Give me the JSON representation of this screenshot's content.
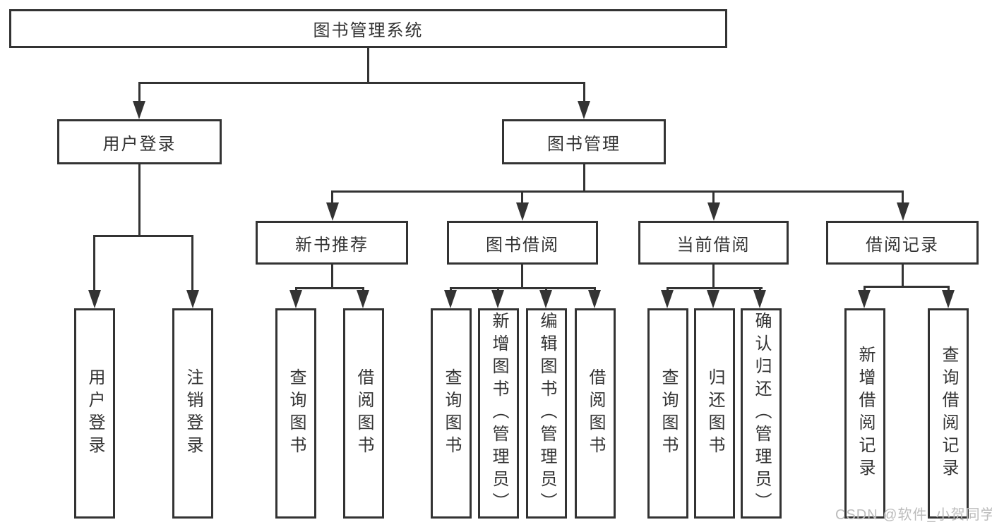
{
  "diagram": {
    "title": "图书管理系统",
    "nodes": {
      "root": "图书管理系统",
      "userLogin": "用户登录",
      "bookMgmt": "图书管理",
      "newBookRec": "新书推荐",
      "bookBorrow": "图书借阅",
      "currentBorrow": "当前借阅",
      "borrowRecords": "借阅记录",
      "leafUserLogin": "用户登录",
      "leafLogout": "注销登录",
      "leafQueryBooksA": "查询图书",
      "leafBorrowBooksA": "借阅图书",
      "leafQueryBooksB": "查询图书",
      "leafAddBooksAdmin": "新增图书（管理员）",
      "leafEditBooksAdmin": "编辑图书（管理员）",
      "leafBorrowBooksB": "借阅图书",
      "leafQueryBooksC": "查询图书",
      "leafReturnBooks": "归还图书",
      "leafConfirmReturnAdmin": "确认归还（管理员）",
      "leafAddBorrowRecord": "新增借阅记录",
      "leafQueryBorrowRecord": "查询借阅记录"
    }
  },
  "watermark": {
    "text": "CSDN @软件_小贺同学"
  },
  "colors": {
    "line": "#333333",
    "text": "#333333",
    "box_background": "#ffffff",
    "watermark": "#bcbcbc",
    "page_background": "#ffffff"
  }
}
